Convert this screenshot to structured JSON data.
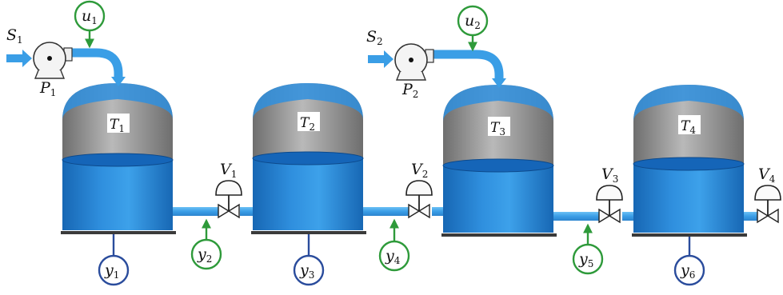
{
  "pumps": [
    {
      "id": "P1",
      "name": "P",
      "name_sub": "1",
      "source": "S",
      "source_sub": "1"
    },
    {
      "id": "P2",
      "name": "P",
      "name_sub": "2",
      "source": "S",
      "source_sub": "2"
    }
  ],
  "tanks": [
    {
      "id": "T1",
      "name": "T",
      "sub": "1"
    },
    {
      "id": "T2",
      "name": "T",
      "sub": "2"
    },
    {
      "id": "T3",
      "name": "T",
      "sub": "3"
    },
    {
      "id": "T4",
      "name": "T",
      "sub": "4"
    }
  ],
  "valves": [
    {
      "id": "V1",
      "name": "V",
      "sub": "1"
    },
    {
      "id": "V2",
      "name": "V",
      "sub": "2"
    },
    {
      "id": "V3",
      "name": "V",
      "sub": "3"
    },
    {
      "id": "V4",
      "name": "V",
      "sub": "4"
    }
  ],
  "inputs": [
    {
      "id": "u1",
      "name": "u",
      "sub": "1",
      "color": "#2e9a3a"
    },
    {
      "id": "u2",
      "name": "u",
      "sub": "2",
      "color": "#2e9a3a"
    }
  ],
  "outputs": [
    {
      "id": "y1",
      "name": "y",
      "sub": "1",
      "color": "#2a4c9c"
    },
    {
      "id": "y2",
      "name": "y",
      "sub": "2",
      "color": "#2e9a3a"
    },
    {
      "id": "y3",
      "name": "y",
      "sub": "3",
      "color": "#2a4c9c"
    },
    {
      "id": "y4",
      "name": "y",
      "sub": "4",
      "color": "#2e9a3a"
    },
    {
      "id": "y5",
      "name": "y",
      "sub": "5",
      "color": "#2e9a3a"
    },
    {
      "id": "y6",
      "name": "y",
      "sub": "6",
      "color": "#2a4c9c"
    }
  ],
  "colors": {
    "water": "#2f8fde",
    "water_dark": "#1b6dbd",
    "water_light": "#5cb4f2",
    "head_gray": "#9c9c9c",
    "pipe": "#3a9ee6",
    "ground": "#3a3a3a"
  }
}
